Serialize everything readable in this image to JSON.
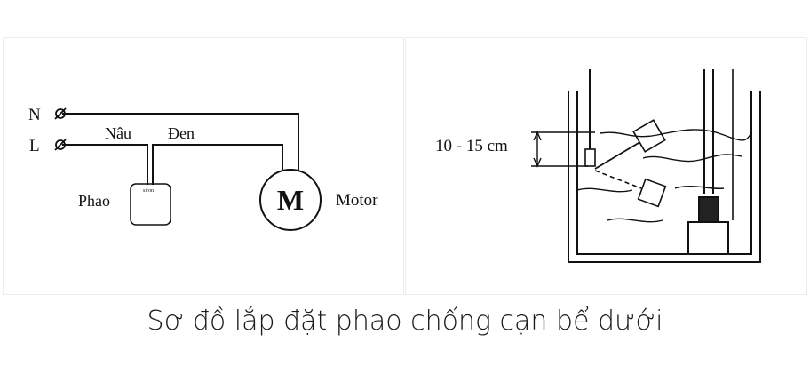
{
  "circuit": {
    "terminal_n": "N",
    "terminal_l": "L",
    "terminal_symbol": "⌀",
    "wire_brown": "Nâu",
    "wire_black": "Đen",
    "float_label": "Phao",
    "float_brand": "siron",
    "motor_symbol": "M",
    "motor_label": "Motor"
  },
  "tank": {
    "height_range": "10 - 15 cm"
  },
  "caption": "Sơ đồ lắp đặt phao chống cạn bể dưới"
}
